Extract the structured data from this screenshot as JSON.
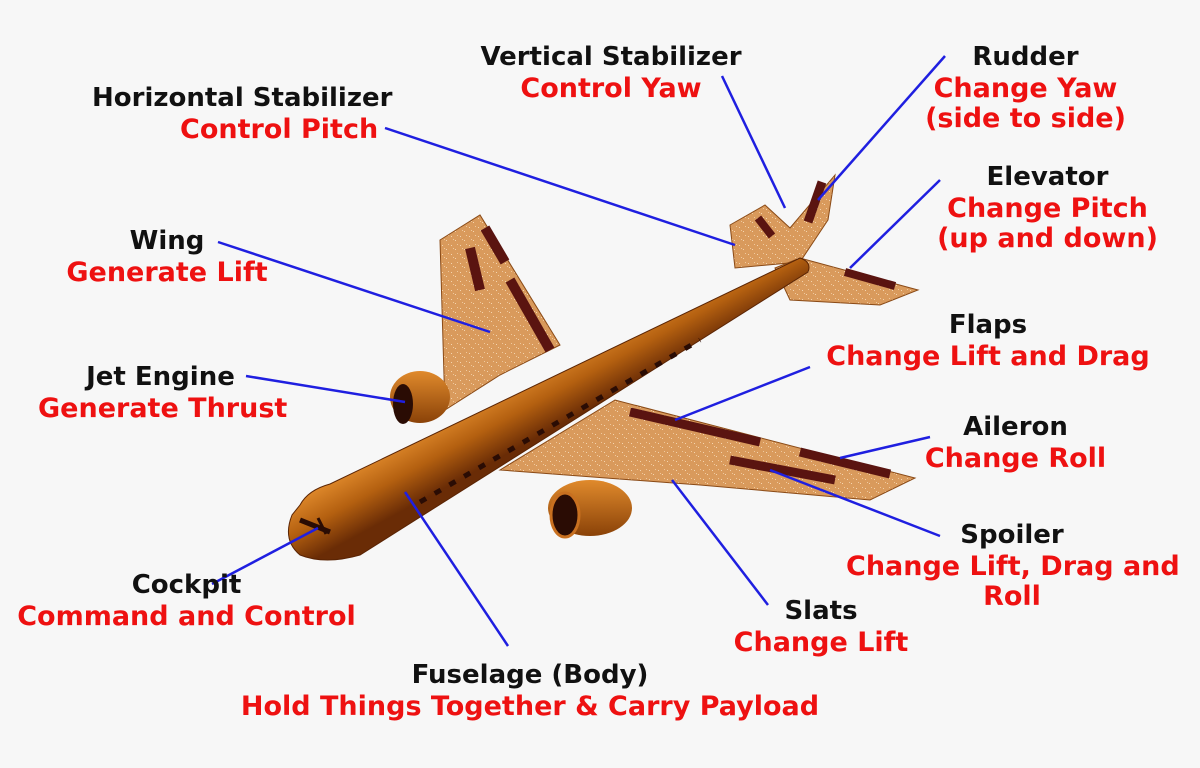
{
  "colors": {
    "background": "#f7f7f7",
    "part_label": "#111111",
    "function_label": "#ee1111",
    "leader_line": "#1f1fe0",
    "fuselage": "#b86414",
    "wing": "#d99a5c",
    "control_surface": "#5a1410"
  },
  "callouts": [
    {
      "id": "vertical-stabilizer",
      "part": "Vertical Stabilizer",
      "function": "Control Yaw"
    },
    {
      "id": "rudder",
      "part": "Rudder",
      "function": "Change Yaw",
      "function_line2": "(side to side)"
    },
    {
      "id": "horizontal-stabilizer",
      "part": "Horizontal Stabilizer",
      "function": "Control Pitch"
    },
    {
      "id": "elevator",
      "part": "Elevator",
      "function": "Change Pitch",
      "function_line2": "(up and down)"
    },
    {
      "id": "wing",
      "part": "Wing",
      "function": "Generate Lift"
    },
    {
      "id": "flaps",
      "part": "Flaps",
      "function": "Change Lift and Drag"
    },
    {
      "id": "jet-engine",
      "part": "Jet Engine",
      "function": "Generate Thrust"
    },
    {
      "id": "aileron",
      "part": "Aileron",
      "function": "Change Roll"
    },
    {
      "id": "spoiler",
      "part": "Spoiler",
      "function": "Change Lift, Drag and",
      "function_line2": "Roll"
    },
    {
      "id": "cockpit",
      "part": "Cockpit",
      "function": "Command and Control"
    },
    {
      "id": "slats",
      "part": "Slats",
      "function": "Change Lift"
    },
    {
      "id": "fuselage",
      "part": "Fuselage (Body)",
      "function": "Hold Things Together & Carry Payload"
    }
  ]
}
